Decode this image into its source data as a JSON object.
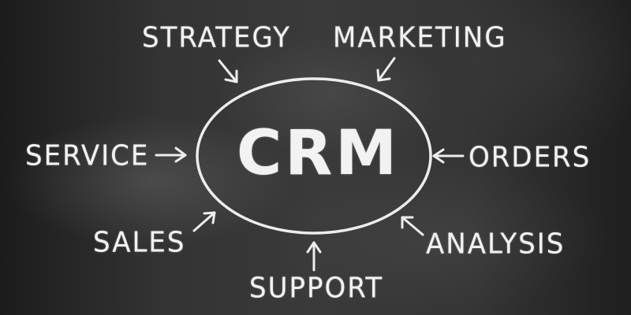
{
  "diagram": {
    "type": "mind-map",
    "center": {
      "label": "CRM"
    },
    "nodes": [
      {
        "id": "strategy",
        "label": "STRATEGY",
        "position": "top-left"
      },
      {
        "id": "marketing",
        "label": "MARKETING",
        "position": "top-right"
      },
      {
        "id": "service",
        "label": "SERVICE",
        "position": "left"
      },
      {
        "id": "orders",
        "label": "ORDERS",
        "position": "right"
      },
      {
        "id": "sales",
        "label": "SALES",
        "position": "bottom-left"
      },
      {
        "id": "analysis",
        "label": "ANALYSIS",
        "position": "bottom-right"
      },
      {
        "id": "support",
        "label": "SUPPORT",
        "position": "bottom"
      }
    ],
    "edges": [
      {
        "from": "strategy",
        "to": "CRM"
      },
      {
        "from": "marketing",
        "to": "CRM"
      },
      {
        "from": "service",
        "to": "CRM"
      },
      {
        "from": "orders",
        "to": "CRM"
      },
      {
        "from": "sales",
        "to": "CRM"
      },
      {
        "from": "analysis",
        "to": "CRM"
      },
      {
        "from": "support",
        "to": "CRM"
      }
    ],
    "style": {
      "background": "#2f2f2f",
      "chalk_color": "#ededed"
    }
  }
}
